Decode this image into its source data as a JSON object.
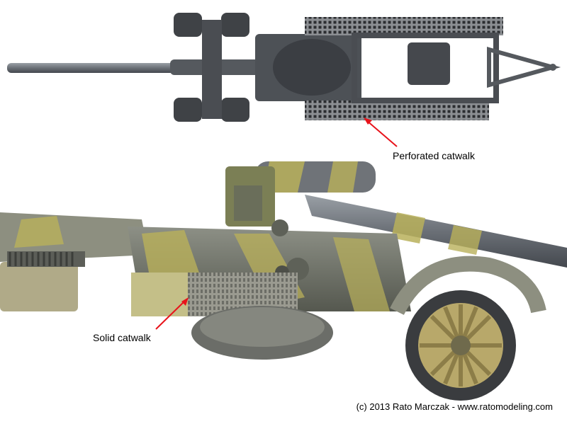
{
  "annotations": {
    "top_label": "Perforated catwalk",
    "bottom_label": "Solid catwalk",
    "arrow_color": "#e8131b"
  },
  "credit": "(c) 2013 Rato Marczak - www.ratomodeling.com",
  "colors": {
    "background": "#ffffff",
    "metal_grey": "#6f7378",
    "camo_yellow": "#b9b05a",
    "camo_green": "#7b7f55"
  }
}
